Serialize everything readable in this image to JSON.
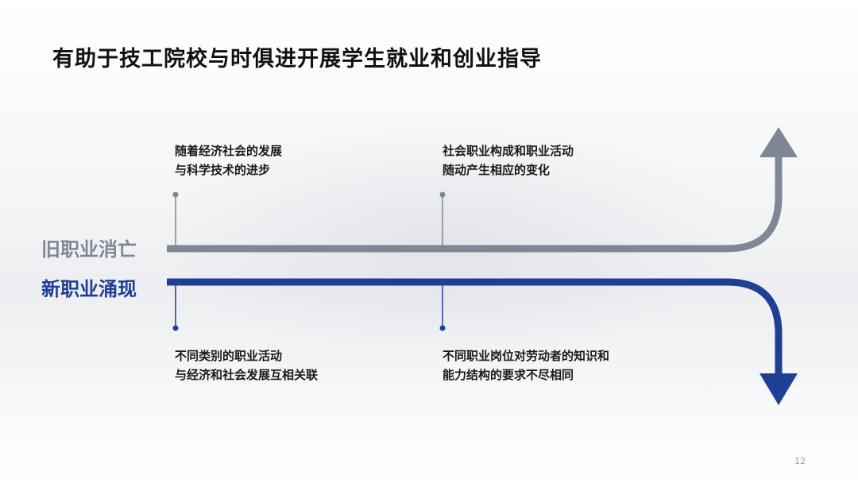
{
  "title": "有助于技工院校与时俱进开展学生就业和创业指导",
  "labels": {
    "old": "旧职业消亡",
    "new": "新职业涌现"
  },
  "notes": {
    "top_left": [
      "随着经济社会的发展",
      "与科学技术的进步"
    ],
    "top_right": [
      "社会职业构成和职业活动",
      "随动产生相应的变化"
    ],
    "bottom_left": [
      "不同类别的职业活动",
      "与经济和社会发展互相关联"
    ],
    "bottom_right": [
      "不同职业岗位对劳动者的知识和",
      "能力结构的要求不尽相同"
    ]
  },
  "page_number": "12",
  "colors": {
    "old_arrow": "#7e8794",
    "new_arrow": "#1f3f95",
    "connector_old": "#7e8794",
    "connector_new": "#1f3f95"
  }
}
